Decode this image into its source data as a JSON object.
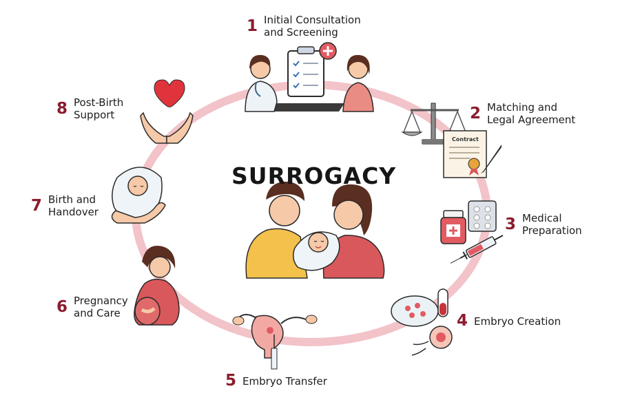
{
  "title": "SURROGACY",
  "contract_label": "Contract",
  "colors": {
    "accent": "#8a1d2e",
    "ring": "#f2c3c8",
    "skin": "#f6c9a8",
    "hair": "#5a2e20",
    "blush": "#d9585b",
    "yellow": "#f3c14c",
    "line": "#2a2a2a"
  },
  "steps": [
    {
      "num": "1",
      "line1": "Initial Consultation",
      "line2": "and Screening",
      "icon": "consultation-icon"
    },
    {
      "num": "2",
      "line1": "Matching and",
      "line2": "Legal Agreement",
      "icon": "scales-contract-icon"
    },
    {
      "num": "3",
      "line1": "Medical",
      "line2": "Preparation",
      "icon": "medicine-syringe-icon"
    },
    {
      "num": "4",
      "line1": "Embryo Creation",
      "line2": "",
      "icon": "petri-dish-icon"
    },
    {
      "num": "5",
      "line1": "Embryo Transfer",
      "line2": "",
      "icon": "uterus-icon"
    },
    {
      "num": "6",
      "line1": "Pregnancy",
      "line2": "and Care",
      "icon": "pregnant-woman-icon"
    },
    {
      "num": "7",
      "line1": "Birth and",
      "line2": "Handover",
      "icon": "newborn-icon"
    },
    {
      "num": "8",
      "line1": "Post-Birth",
      "line2": "Support",
      "icon": "heart-hands-icon"
    }
  ]
}
